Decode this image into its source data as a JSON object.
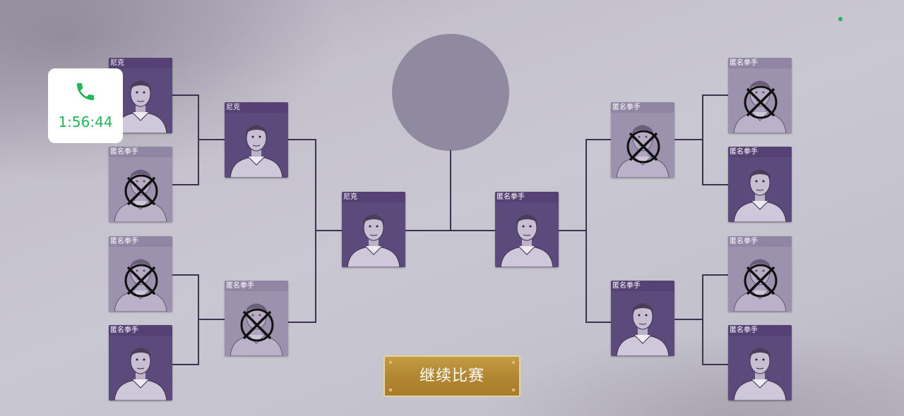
{
  "call": {
    "time": "1:56:44",
    "icon": "phone-icon",
    "color": "#1db954"
  },
  "continue_button": {
    "label": "继续比赛"
  },
  "bracket": {
    "left_round1": [
      {
        "name": "尼克",
        "eliminated": false
      },
      {
        "name": "匿名拳手",
        "eliminated": true
      },
      {
        "name": "匿名拳手",
        "eliminated": true
      },
      {
        "name": "匿名拳手",
        "eliminated": false
      }
    ],
    "left_round2": [
      {
        "name": "尼克",
        "eliminated": false
      },
      {
        "name": "匿名拳手",
        "eliminated": true
      }
    ],
    "final": [
      {
        "name": "尼克",
        "eliminated": false
      },
      {
        "name": "匿名拳手",
        "eliminated": false
      }
    ],
    "right_round2": [
      {
        "name": "匿名拳手",
        "eliminated": true
      },
      {
        "name": "匿名拳手",
        "eliminated": false
      }
    ],
    "right_round1": [
      {
        "name": "匿名拳手",
        "eliminated": true
      },
      {
        "name": "匿名拳手",
        "eliminated": false
      },
      {
        "name": "匿名拳手",
        "eliminated": true
      },
      {
        "name": "匿名拳手",
        "eliminated": false
      }
    ]
  }
}
